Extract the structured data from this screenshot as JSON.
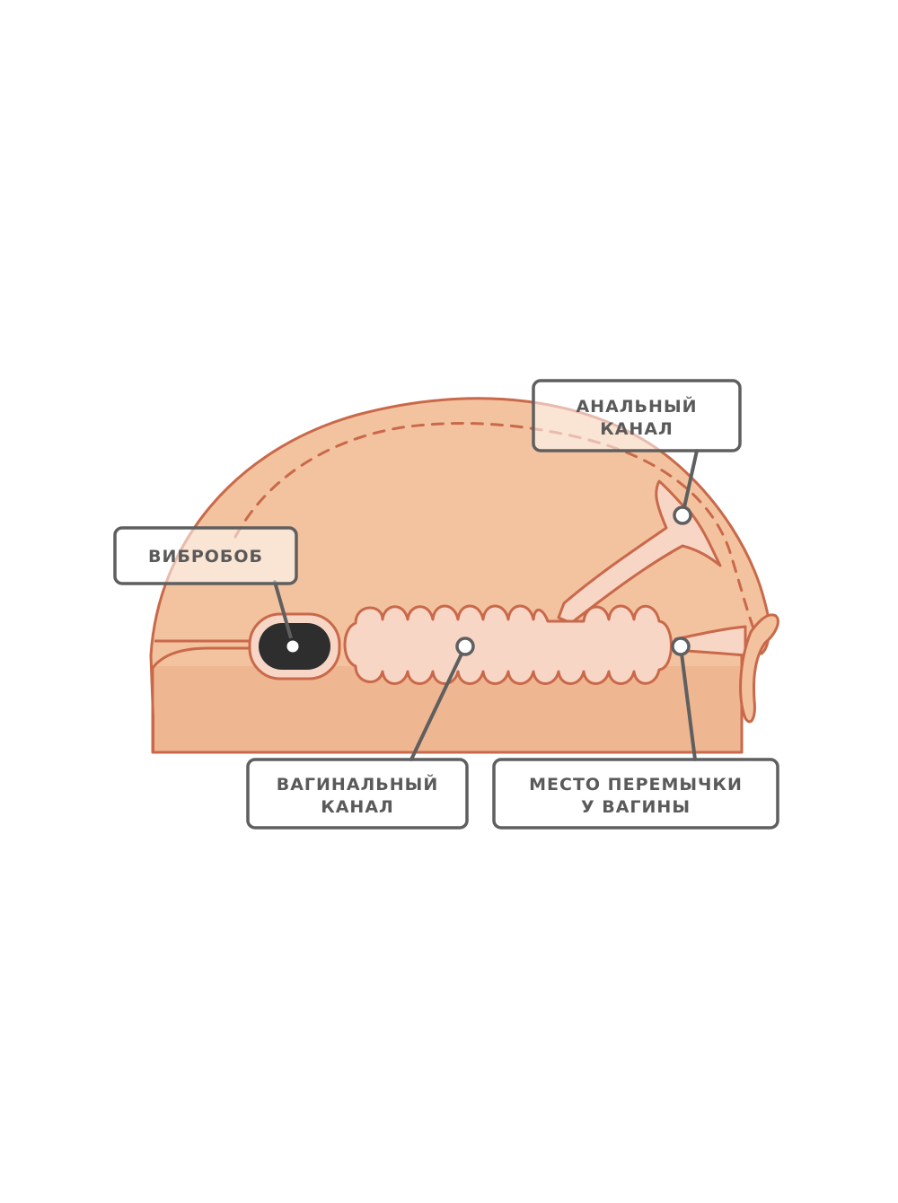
{
  "colors": {
    "background": "#ffffff",
    "body_fill": "#f3c3a0",
    "body_lower_fill": "#eeb691",
    "outline": "#c9694a",
    "canal_fill": "#f8d6c6",
    "bullet_fill": "#2e2e2e",
    "callout_border": "#5f5f5f",
    "callout_text": "#5a5a5a",
    "pointer_line": "#5f5f5f"
  },
  "labels": {
    "anal_canal": [
      "АНАЛЬНЫЙ",
      "КАНАЛ"
    ],
    "vibro_bullet": [
      "ВИБРОБОБ"
    ],
    "vaginal_canal": [
      "ВАГИНАЛЬНЫЙ",
      "КАНАЛ"
    ],
    "bridge": [
      "МЕСТО ПЕРЕМЫЧКИ",
      "У ВАГИНЫ"
    ]
  }
}
